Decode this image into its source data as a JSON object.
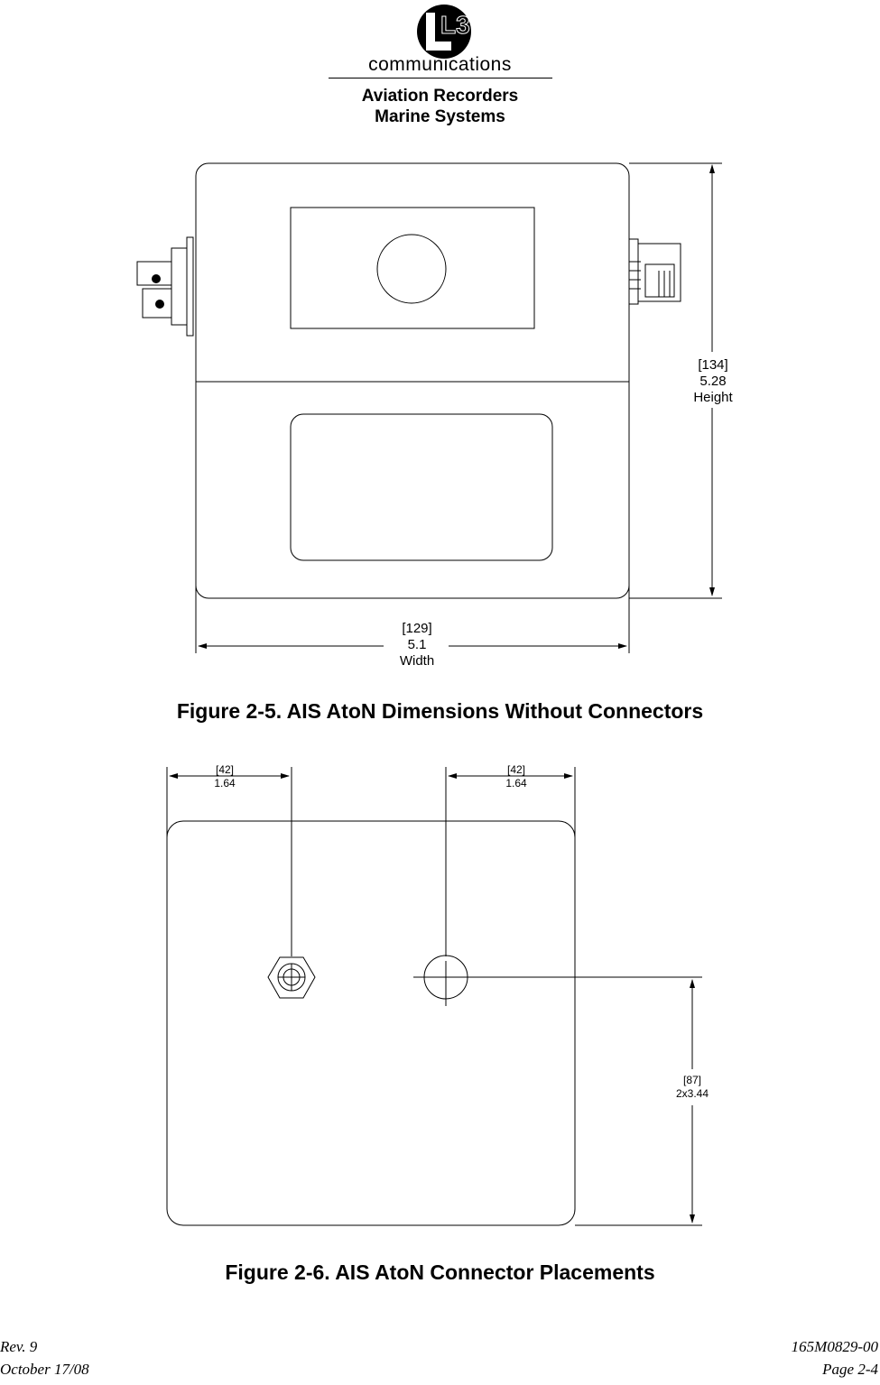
{
  "header": {
    "logo_text": "L3",
    "wordmark": "communications",
    "line1": "Aviation Recorders",
    "line2": "Marine Systems"
  },
  "figure5": {
    "caption": "Figure 2-5.  AIS AtoN Dimensions Without Connectors",
    "height_dim": {
      "mm": "[134]",
      "inch": "5.28",
      "label": "Height"
    },
    "width_dim": {
      "mm": "[129]",
      "inch": "5.1",
      "label": "Width"
    }
  },
  "figure6": {
    "caption": "Figure 2-6.  AIS AtoN Connector Placements",
    "left_dim": {
      "mm": "[42]",
      "inch": "1.64"
    },
    "right_dim": {
      "mm": "[42]",
      "inch": "1.64"
    },
    "vertical_dim": {
      "mm": "[87]",
      "inch": "2x3.44"
    }
  },
  "footer": {
    "rev": "Rev. 9",
    "date": "October 17/08",
    "doc_number": "165M0829-00",
    "page": "Page 2-4"
  }
}
